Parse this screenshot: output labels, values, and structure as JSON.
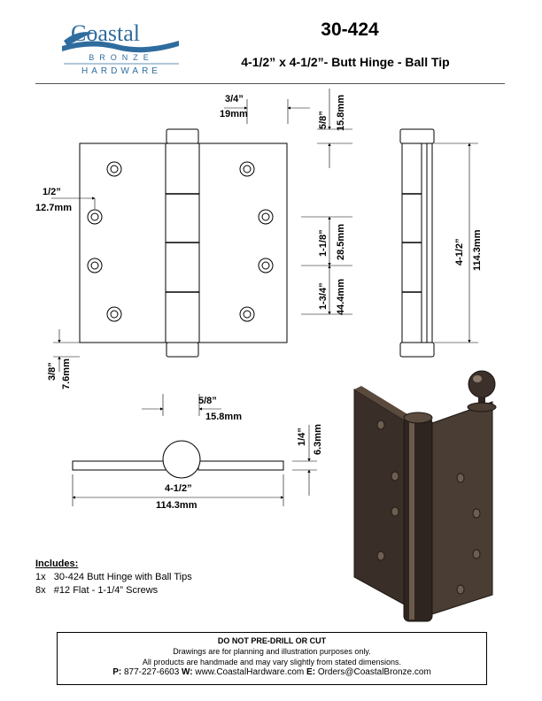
{
  "logo": {
    "line1": "Coastal",
    "line2": "BRONZE",
    "line3": "HARDWARE",
    "accent": "#2f6c9e"
  },
  "header": {
    "part_number": "30-424",
    "description": "4-1/2” x 4-1/2”- Butt Hinge - Ball Tip"
  },
  "dimensions": {
    "tip_height_in": "5/8”",
    "tip_height_mm": "15.8mm",
    "leaf_to_knuckle_in": "3/4”",
    "leaf_to_knuckle_mm": "19mm",
    "edge_hole_in": "1/2”",
    "edge_hole_mm": "12.7mm",
    "hole_gap1_in": "1-1/8”",
    "hole_gap1_mm": "28.5mm",
    "hole_gap2_in": "1-3/4”",
    "hole_gap2_mm": "44.4mm",
    "height_in": "4-1/2”",
    "height_mm": "114.3mm",
    "bottom_in": "3/8”",
    "bottom_mm": "7.6mm",
    "knuckle_dia_in": "5/8”",
    "knuckle_dia_mm": "15.8mm",
    "leaf_thick_in": "1/4”",
    "leaf_thick_mm": "6.3mm",
    "width_in": "4-1/2”",
    "width_mm": "114.3mm"
  },
  "includes": {
    "heading": "Includes:",
    "items": [
      {
        "qty": "1x",
        "text": "30-424 Butt Hinge with Ball Tips"
      },
      {
        "qty": "8x",
        "text": "#12 Flat - 1-1/4” Screws"
      }
    ]
  },
  "notice": {
    "heading": "DO NOT PRE-DRILL OR CUT",
    "line1": "Drawings are for planning and illustration purposes only.",
    "line2": "All products are handmade and may vary slightly from stated dimensions.",
    "phone_label": "P:",
    "phone": "877-227-6603",
    "web_label": "W:",
    "web": "www.CoastalHardware.com",
    "email_label": "E:",
    "email": "Orders@CoastalBronze.com"
  }
}
